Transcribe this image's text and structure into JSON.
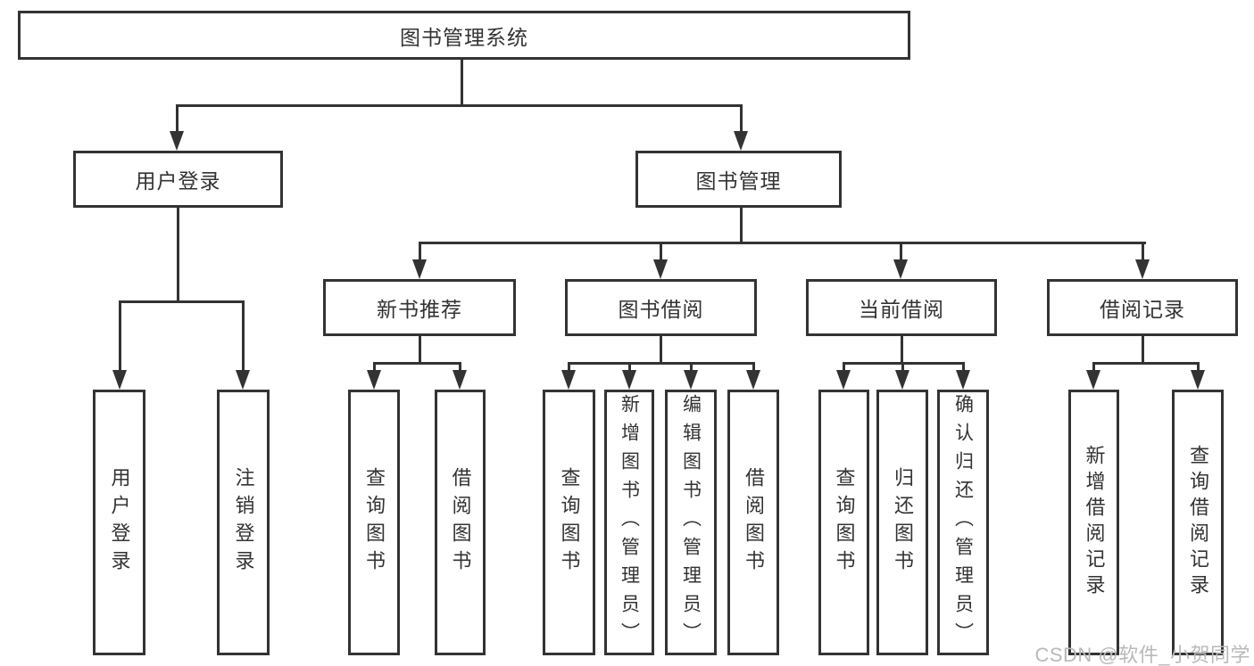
{
  "tree": {
    "root": "图书管理系统",
    "level2": [
      "用户登录",
      "图书管理"
    ],
    "user_login_children": [
      "用户登录",
      "注销登录"
    ],
    "book_mgmt_children": [
      "新书推荐",
      "图书借阅",
      "当前借阅",
      "借阅记录"
    ],
    "new_books_children": [
      "查询图书",
      "借阅图书"
    ],
    "book_borrow_children": [
      "查询图书",
      "新增图书（管理员）",
      "编辑图书（管理员）",
      "借阅图书"
    ],
    "current_borrow_children": [
      "查询图书",
      "归还图书",
      "确认归还（管理员）"
    ],
    "borrow_record_children": [
      "新增借阅记录",
      "查询借阅记录"
    ]
  },
  "watermark": "CSDN @软件_小贺同学",
  "colors": {
    "line": "#333333",
    "text": "#333333",
    "watermark": "#b9b9b9",
    "background": "#ffffff"
  }
}
